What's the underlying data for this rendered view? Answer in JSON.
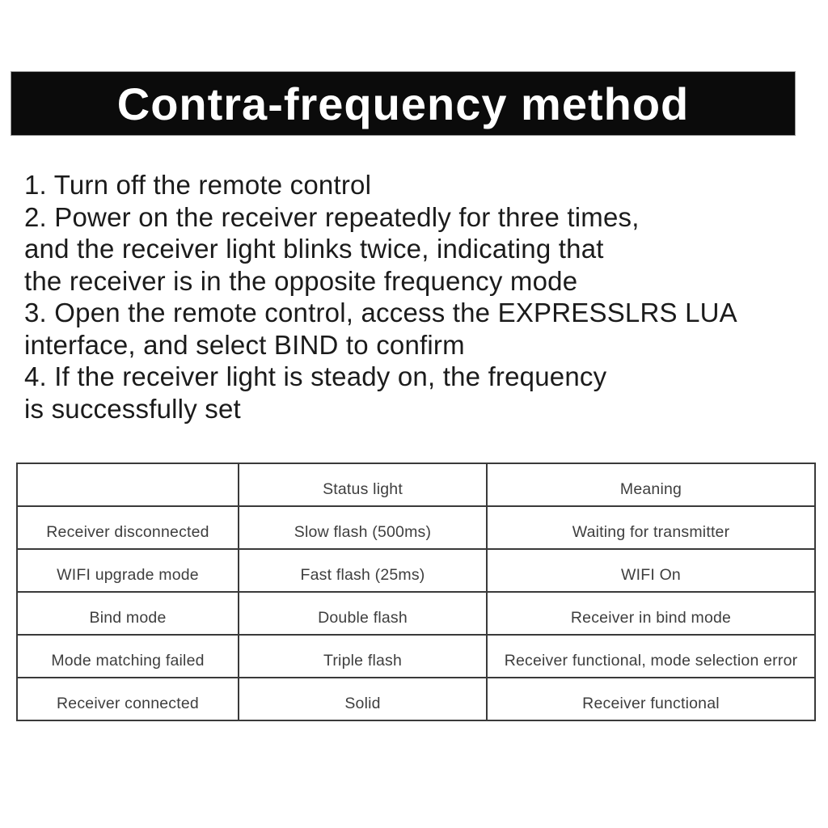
{
  "banner": {
    "title": "Contra-frequency method",
    "bg_color": "#0b0b0b",
    "text_color": "#ffffff"
  },
  "instructions": {
    "lines": [
      "1. Turn off the remote control",
      "2. Power on the receiver repeatedly for three times,",
      "and the receiver light blinks twice, indicating that",
      "the receiver is in the opposite frequency mode",
      "3. Open the remote control, access the EXPRESSLRS LUA",
      "interface, and select BIND to confirm",
      "4. If the receiver light is steady on, the frequency",
      "is successfully set"
    ]
  },
  "status_table": {
    "columns": [
      "",
      "Status light",
      "Meaning"
    ],
    "rows": [
      [
        "Receiver disconnected",
        "Slow flash (500ms)",
        "Waiting for transmitter"
      ],
      [
        "WIFI upgrade mode",
        "Fast flash (25ms)",
        "WIFI On"
      ],
      [
        "Bind mode",
        "Double flash",
        "Receiver in bind mode"
      ],
      [
        "Mode matching failed",
        "Triple flash",
        "Receiver functional, mode selection error"
      ],
      [
        "Receiver connected",
        "Solid",
        "Receiver functional"
      ]
    ],
    "border_color": "#3a3a3a",
    "text_color": "#3e3e3e"
  }
}
